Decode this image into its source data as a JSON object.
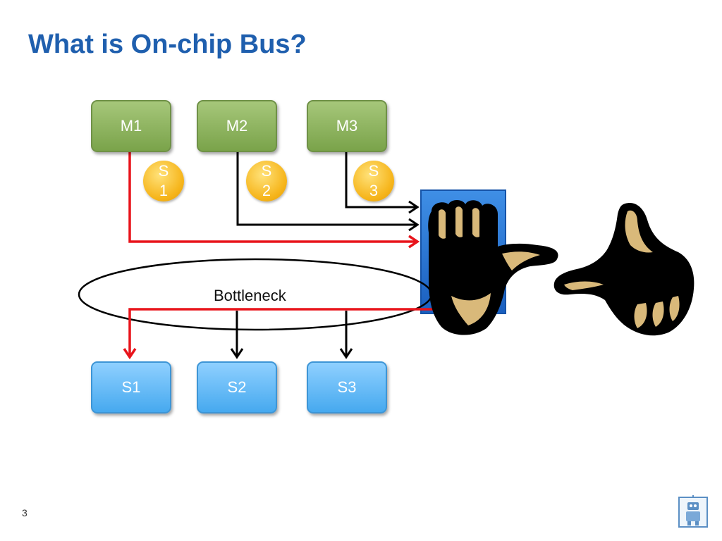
{
  "slide": {
    "title": "What is On-chip Bus?",
    "page_number": "3"
  },
  "diagram": {
    "masters": [
      "M1",
      "M2",
      "M3"
    ],
    "slaves": [
      "S1",
      "S2",
      "S3"
    ],
    "coins": [
      {
        "letter": "S",
        "digit": "1"
      },
      {
        "letter": "S",
        "digit": "2"
      },
      {
        "letter": "S",
        "digit": "3"
      }
    ],
    "bottleneck_label": "Bottleneck"
  },
  "colors": {
    "title": "#1f5fae",
    "active_path": "#e8141b",
    "idle_path": "#000000",
    "arbiter": "#1f6fd1",
    "hand_skin": "#d9b97a"
  }
}
